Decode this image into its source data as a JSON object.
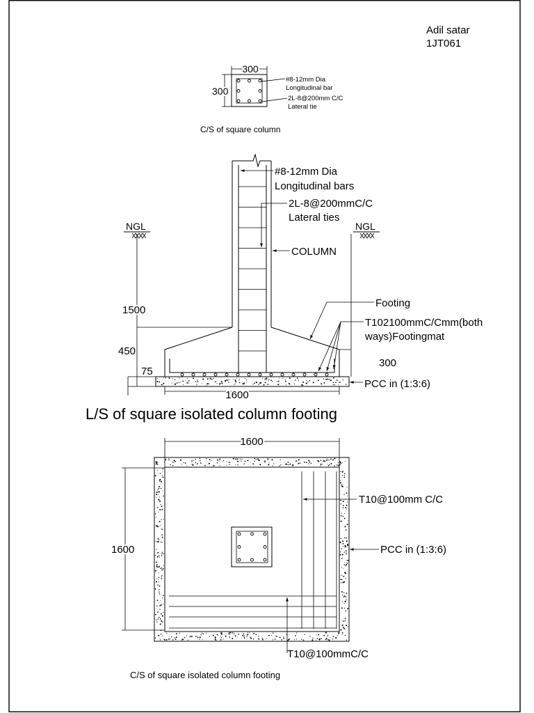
{
  "author": {
    "name": "Adil satar",
    "roll_no": "1JT061"
  },
  "column_section": {
    "dim_width": "300",
    "dim_depth": "300",
    "longitudinal_label_1": "#8-12mm Dia",
    "longitudinal_label_2": "Longitudinal bar",
    "tie_label_1": "2L-8@200mm C/C",
    "tie_label_2": "Lateral tie",
    "caption": "C/S of square column"
  },
  "long_section": {
    "longitudinal_label_1": "#8-12mm Dia",
    "longitudinal_label_2": "Longitudinal bars",
    "tie_label_1": "2L-8@200mmC/C",
    "tie_label_2": "Lateral ties",
    "ngl_left": "NGL",
    "ngl_right": "NGL",
    "column_label": "COLUMN",
    "footing_label": "Footing",
    "mat_label_1": "T102100mmC/Cmm(both",
    "mat_label_2": "ways)Footingmat",
    "dim_depth_below_ngl": "1500",
    "dim_footing_depth": "450",
    "dim_pcc": "75",
    "dim_edge": "300",
    "pcc_label": "PCC in (1:3:6)",
    "dim_width": "1600",
    "title": "L/S of square isolated column footing"
  },
  "plan": {
    "dim_width": "1600",
    "dim_length": "1600",
    "bar_label_top": "T10@100mm C/C",
    "bar_label_bottom": "T10@100mmC/C",
    "pcc_label": "PCC in (1:3:6)",
    "caption": "C/S of square isolated column footing"
  },
  "colors": {
    "line": "#000000",
    "background": "#ffffff"
  }
}
